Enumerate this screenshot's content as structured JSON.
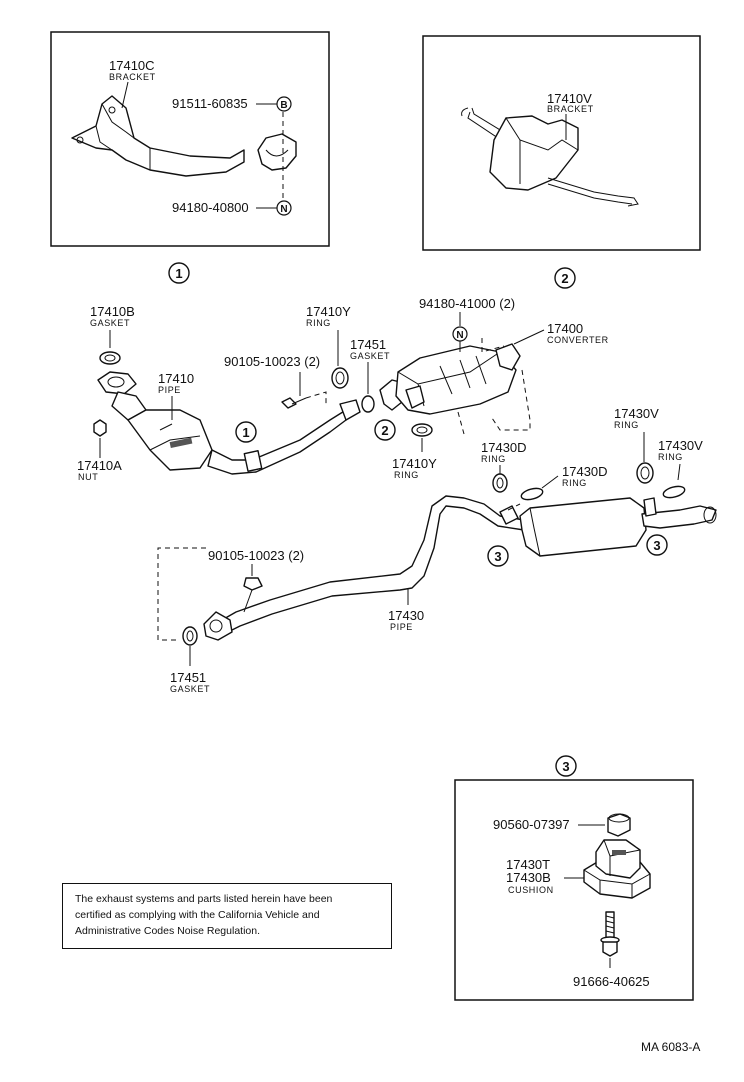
{
  "parts": {
    "p17410C": {
      "number": "17410C",
      "name": "BRACKET"
    },
    "p91511": {
      "number": "91511-60835"
    },
    "p94180_40800": {
      "number": "94180-40800"
    },
    "p17410V": {
      "number": "17410V",
      "name": "BRACKET"
    },
    "p17410B": {
      "number": "17410B",
      "name": "GASKET"
    },
    "p17410Y_top": {
      "number": "17410Y",
      "name": "RING"
    },
    "p94180_41000": {
      "number": "94180-41000 (2)"
    },
    "p17400": {
      "number": "17400",
      "name": "CONVERTER"
    },
    "p90105_top": {
      "number": "90105-10023 (2)"
    },
    "p17451_top": {
      "number": "17451",
      "name": "GASKET"
    },
    "p17410": {
      "number": "17410",
      "name": "PIPE"
    },
    "p17410A": {
      "number": "17410A",
      "name": "NUT"
    },
    "p17410Y_bottom": {
      "number": "17410Y",
      "name": "RING"
    },
    "p17430D_left": {
      "number": "17430D",
      "name": "RING"
    },
    "p17430D_right": {
      "number": "17430D",
      "name": "RING"
    },
    "p17430V_left": {
      "number": "17430V",
      "name": "RING"
    },
    "p17430V_right": {
      "number": "17430V",
      "name": "RING"
    },
    "p90105_bottom": {
      "number": "90105-10023 (2)"
    },
    "p17430": {
      "number": "17430",
      "name": "PIPE"
    },
    "p17451_bottom": {
      "number": "17451",
      "name": "GASKET"
    },
    "p90560": {
      "number": "90560-07397"
    },
    "p17430T": {
      "number": "17430T"
    },
    "p17430B": {
      "number": "17430B",
      "name": "CUSHION"
    },
    "p91666": {
      "number": "91666-40625"
    }
  },
  "symbols": {
    "b": "B",
    "n": "N"
  },
  "callouts": {
    "one": "1",
    "two": "2",
    "three": "3"
  },
  "note": {
    "line1": "The exhaust systems and parts listed herein have been",
    "line2": "certified as complying with the California Vehicle and",
    "line3": "Administrative Codes Noise Regulation."
  },
  "diagram_code": "MA  6083-A"
}
